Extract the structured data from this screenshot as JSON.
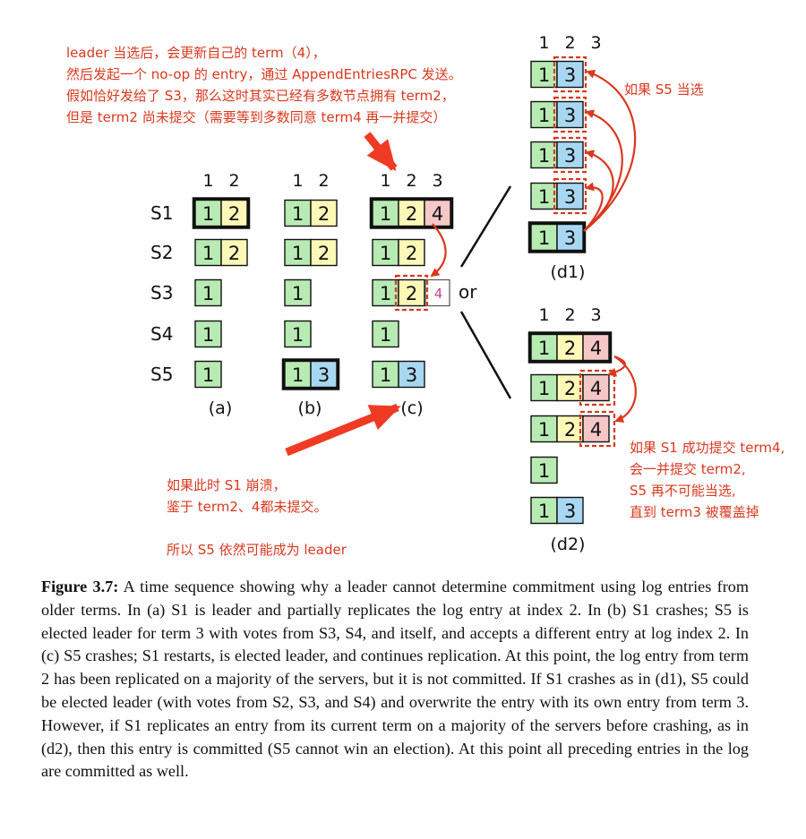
{
  "annotations": {
    "top_note": [
      "leader 当选后，会更新自己的 term（4），",
      "然后发起一个 no-op 的 entry，通过 AppendEntriesRPC 发送。",
      "假如恰好发给了 S3，那么这时其实已经有多数节点拥有 term2，",
      "但是 term2 尚未提交（需要等到多数同意 term4 再一并提交）"
    ],
    "d1_note": "如果 S5 当选",
    "crash_note": [
      "如果此时 S1 崩溃，",
      "鉴于 term2、4都未提交。",
      "",
      "所以 S5 依然可能成为 leader"
    ],
    "d2_note": [
      "如果 S1 成功提交 term4,",
      "会一并提交 term2,",
      "S5 再不可能当选,",
      "直到 term3 被覆盖掉"
    ]
  },
  "servers": [
    "S1",
    "S2",
    "S3",
    "S4",
    "S5"
  ],
  "or_label": "or",
  "colors": {
    "term1": "#b8ebb3",
    "term2": "#fdf8b7",
    "term3": "#a8d7f2",
    "term4": "#f6c7c7",
    "annotation": "#d9381e",
    "ghost_text": "#c0468a"
  },
  "scenarios": {
    "a": {
      "caption": "(a)",
      "indices": [
        "1",
        "2"
      ],
      "leader": "S1",
      "logs": [
        [
          "1",
          "2"
        ],
        [
          "1",
          "2"
        ],
        [
          "1"
        ],
        [
          "1"
        ],
        [
          "1"
        ]
      ]
    },
    "b": {
      "caption": "(b)",
      "indices": [
        "1",
        "2"
      ],
      "leader": "S5",
      "logs": [
        [
          "1",
          "2"
        ],
        [
          "1",
          "2"
        ],
        [
          "1"
        ],
        [
          "1"
        ],
        [
          "1",
          "3"
        ]
      ]
    },
    "c": {
      "caption": "(c)",
      "indices": [
        "1",
        "2",
        "3"
      ],
      "leader": "S1",
      "logs": [
        [
          "1",
          "2",
          "4"
        ],
        [
          "1",
          "2"
        ],
        [
          "1",
          "2"
        ],
        [
          "1"
        ],
        [
          "1",
          "3"
        ]
      ],
      "ghost_entry": "4"
    },
    "d1": {
      "caption": "(d1)",
      "indices": [
        "1",
        "2",
        "3"
      ],
      "leader": "S5",
      "logs": [
        [
          "1",
          "3"
        ],
        [
          "1",
          "3"
        ],
        [
          "1",
          "3"
        ],
        [
          "1",
          "3"
        ],
        [
          "1",
          "3"
        ]
      ]
    },
    "d2": {
      "caption": "(d2)",
      "indices": [
        "1",
        "2",
        "3"
      ],
      "leader": "S1",
      "logs": [
        [
          "1",
          "2",
          "4"
        ],
        [
          "1",
          "2",
          "4"
        ],
        [
          "1",
          "2",
          "4"
        ],
        [
          "1"
        ],
        [
          "1",
          "3"
        ]
      ]
    }
  },
  "caption": {
    "label": "Figure 3.7:",
    "text": " A time sequence showing why a leader cannot determine commitment using log entries from older terms. In (a) S1 is leader and partially replicates the log entry at index 2. In (b) S1 crashes; S5 is elected leader for term 3 with votes from S3, S4, and itself, and accepts a different entry at log index 2. In (c) S5 crashes; S1 restarts, is elected leader, and continues replication. At this point, the log entry from term 2 has been replicated on a majority of the servers, but it is not committed. If S1 crashes as in (d1), S5 could be elected leader (with votes from S2, S3, and S4) and overwrite the entry with its own entry from term 3. However, if S1 replicates an entry from its current term on a majority of the servers before crashing, as in (d2), then this entry is committed (S5 cannot win an election). At this point all preceding entries in the log are committed as well."
  }
}
